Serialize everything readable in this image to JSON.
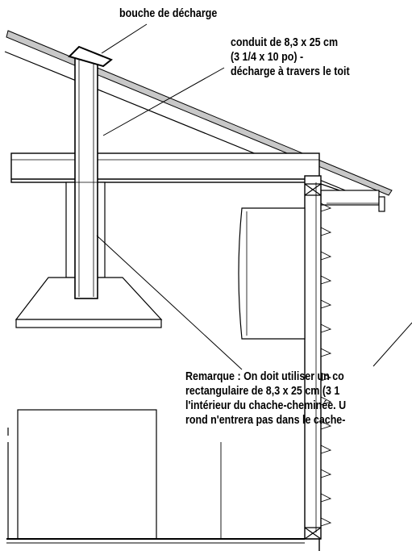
{
  "labels": {
    "vent": "bouche de décharge",
    "duct_line1": "conduit de 8,3 x 25 cm",
    "duct_line2": "(3 1/4 x 10 po) -",
    "duct_line3": "décharge à travers le toit",
    "note_line1": "Remarque : On doit utiliser un co",
    "note_line2": "rectangulaire de 8,3 x 25 cm (3 1",
    "note_line3": "l'intérieur du chache-cheminée. U",
    "note_line4": "rond n'entrera pas dans le cache-"
  },
  "colors": {
    "line": "#000000",
    "background": "#ffffff"
  }
}
